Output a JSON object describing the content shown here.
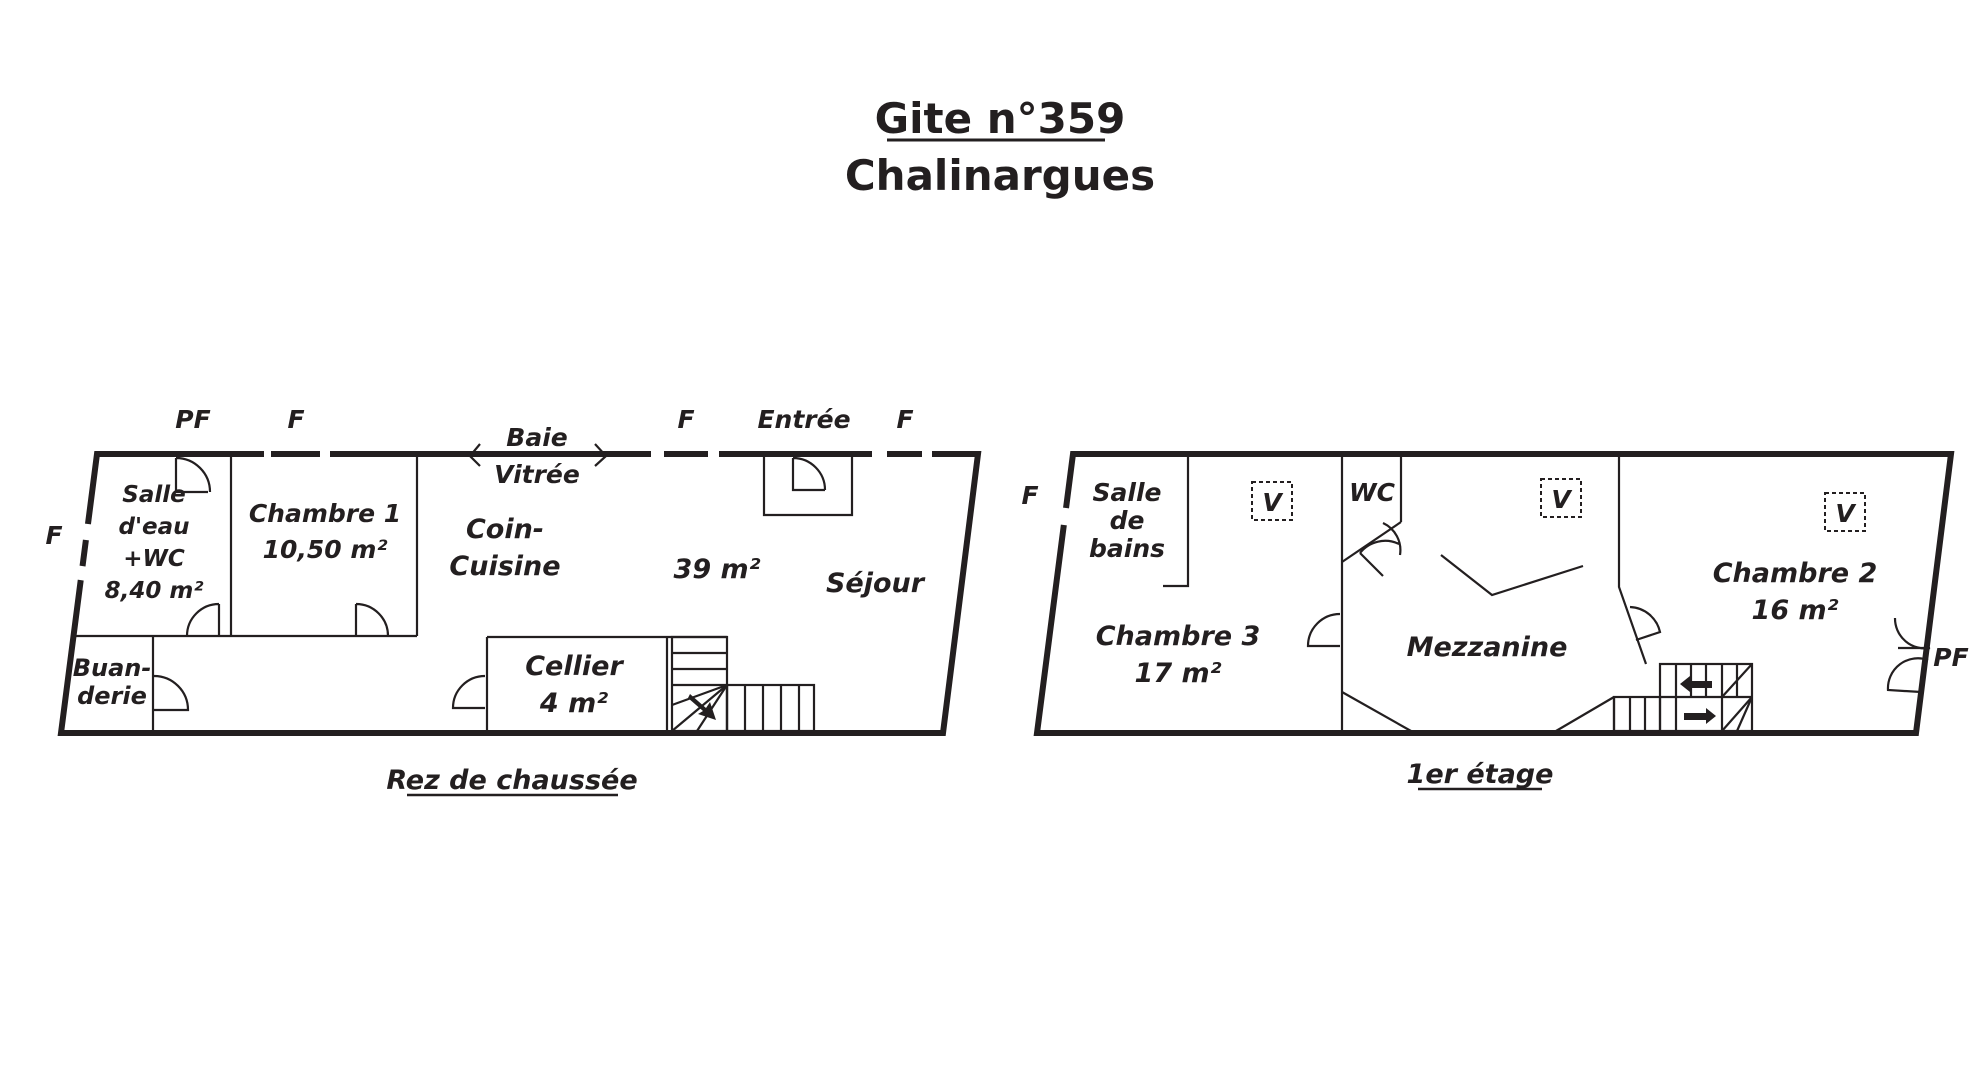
{
  "title": {
    "line1": "Gite n°359",
    "line2": "Chalinargues"
  },
  "ground_floor": {
    "caption": "Rez de chaussée",
    "openings": {
      "pf_top": "PF",
      "f_top1": "F",
      "baie_line1": "Baie",
      "baie_line2": "Vitrée",
      "f_top2": "F",
      "entree": "Entrée",
      "f_top3": "F",
      "f_left": "F"
    },
    "rooms": {
      "salle_eau": [
        "Salle",
        "d'eau",
        "+WC",
        "8,40 m²"
      ],
      "chambre1": [
        "Chambre 1",
        "10,50 m²"
      ],
      "coin_cuisine": [
        "Coin-",
        "Cuisine"
      ],
      "sejour_area": "39 m²",
      "sejour": "Séjour",
      "buanderie": [
        "Buan-",
        "derie"
      ],
      "cellier": [
        "Cellier",
        "4 m²"
      ]
    }
  },
  "first_floor": {
    "caption": "1er étage",
    "openings": {
      "f_left": "F",
      "pf_right": "PF"
    },
    "rooms": {
      "salle_bains": [
        "Salle",
        "de",
        "bains"
      ],
      "wc": "WC",
      "chambre3": [
        "Chambre 3",
        "17 m²"
      ],
      "mezzanine": "Mezzanine",
      "chambre2": [
        "Chambre 2",
        "16 m²"
      ]
    },
    "vents": [
      "V",
      "V",
      "V"
    ]
  }
}
